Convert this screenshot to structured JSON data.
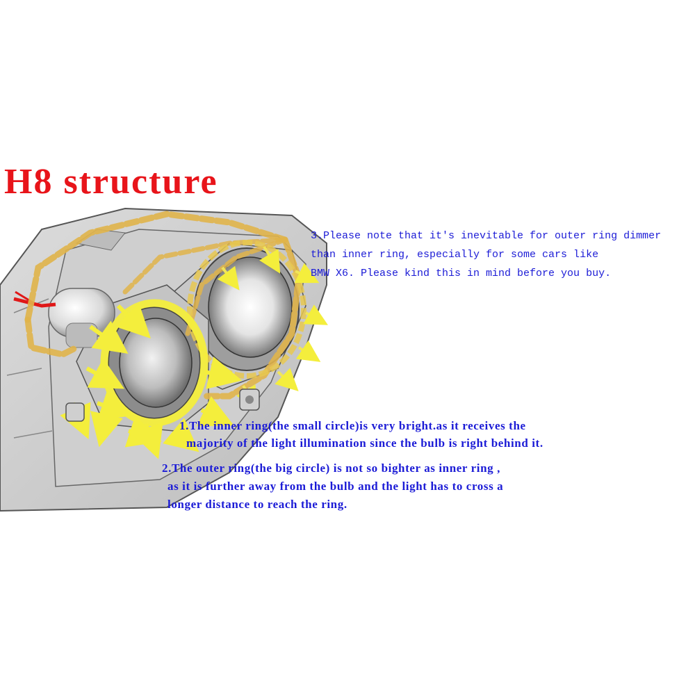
{
  "title": "H8 structure",
  "notes": {
    "note3": {
      "line1": "3.Please note that it's inevitable for outer ring dimmer",
      "line2": "than inner ring, especially for some cars like",
      "line3": "BMW X6. Please kind this in mind before you buy."
    },
    "note1": {
      "line1": "1.The inner ring(the small circle)is very bright.as it receives the",
      "line2": "majority of the light illumination since the bulb is right behind it."
    },
    "note2": {
      "line1": "2.The outer ring(the big circle) is not so bighter as inner ring ,",
      "line2": "as it is further away from the bulb and the light has to cross a",
      "line3": "longer distance to reach the ring."
    }
  },
  "colors": {
    "title": "#e8141a",
    "notes": "#1b1bd6",
    "ring_glow": "#f4ee3c",
    "light_path": "#e0b44a",
    "wire": "#e01818"
  },
  "icons": {
    "headlight": "headlight-housing-illustration",
    "bulb": "h8-bulb-icon",
    "arrows": "light-ray-arrows"
  }
}
